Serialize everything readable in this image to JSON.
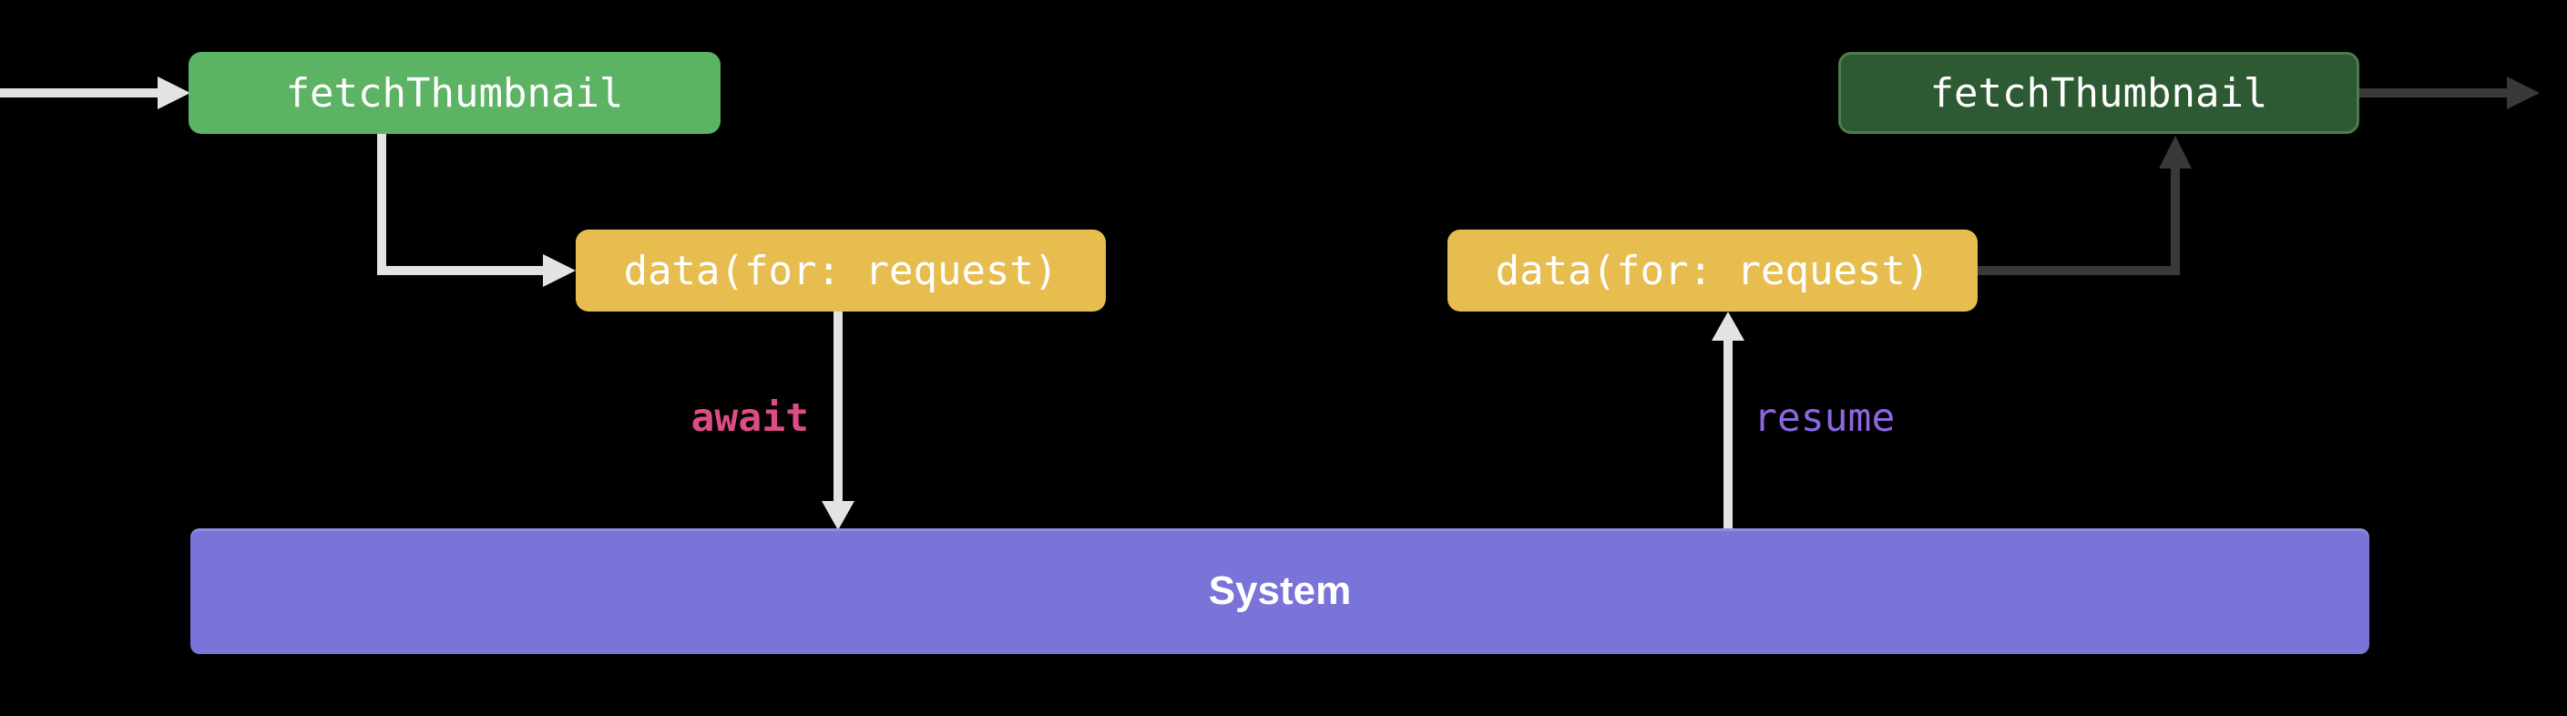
{
  "colors": {
    "background": "#000000",
    "green-active": "#5cb364",
    "green-inactive-fill": "#2d5a32",
    "green-inactive-border": "#4c7d4a",
    "yellow": "#e6bd4e",
    "system-purple": "#7a73d8",
    "await-pink": "#dc4c85",
    "resume-purple": "#8d67e2",
    "arrow-light": "#e3e3e3",
    "arrow-dark": "#39393b",
    "text-white": "#ffffff"
  },
  "diagram": {
    "left_flow": {
      "function_label": "fetchThumbnail",
      "call_label": "data(for: request)",
      "keyword_label": "await"
    },
    "right_flow": {
      "function_label": "fetchThumbnail",
      "call_label": "data(for: request)",
      "keyword_label": "resume"
    },
    "system_label": "System"
  }
}
